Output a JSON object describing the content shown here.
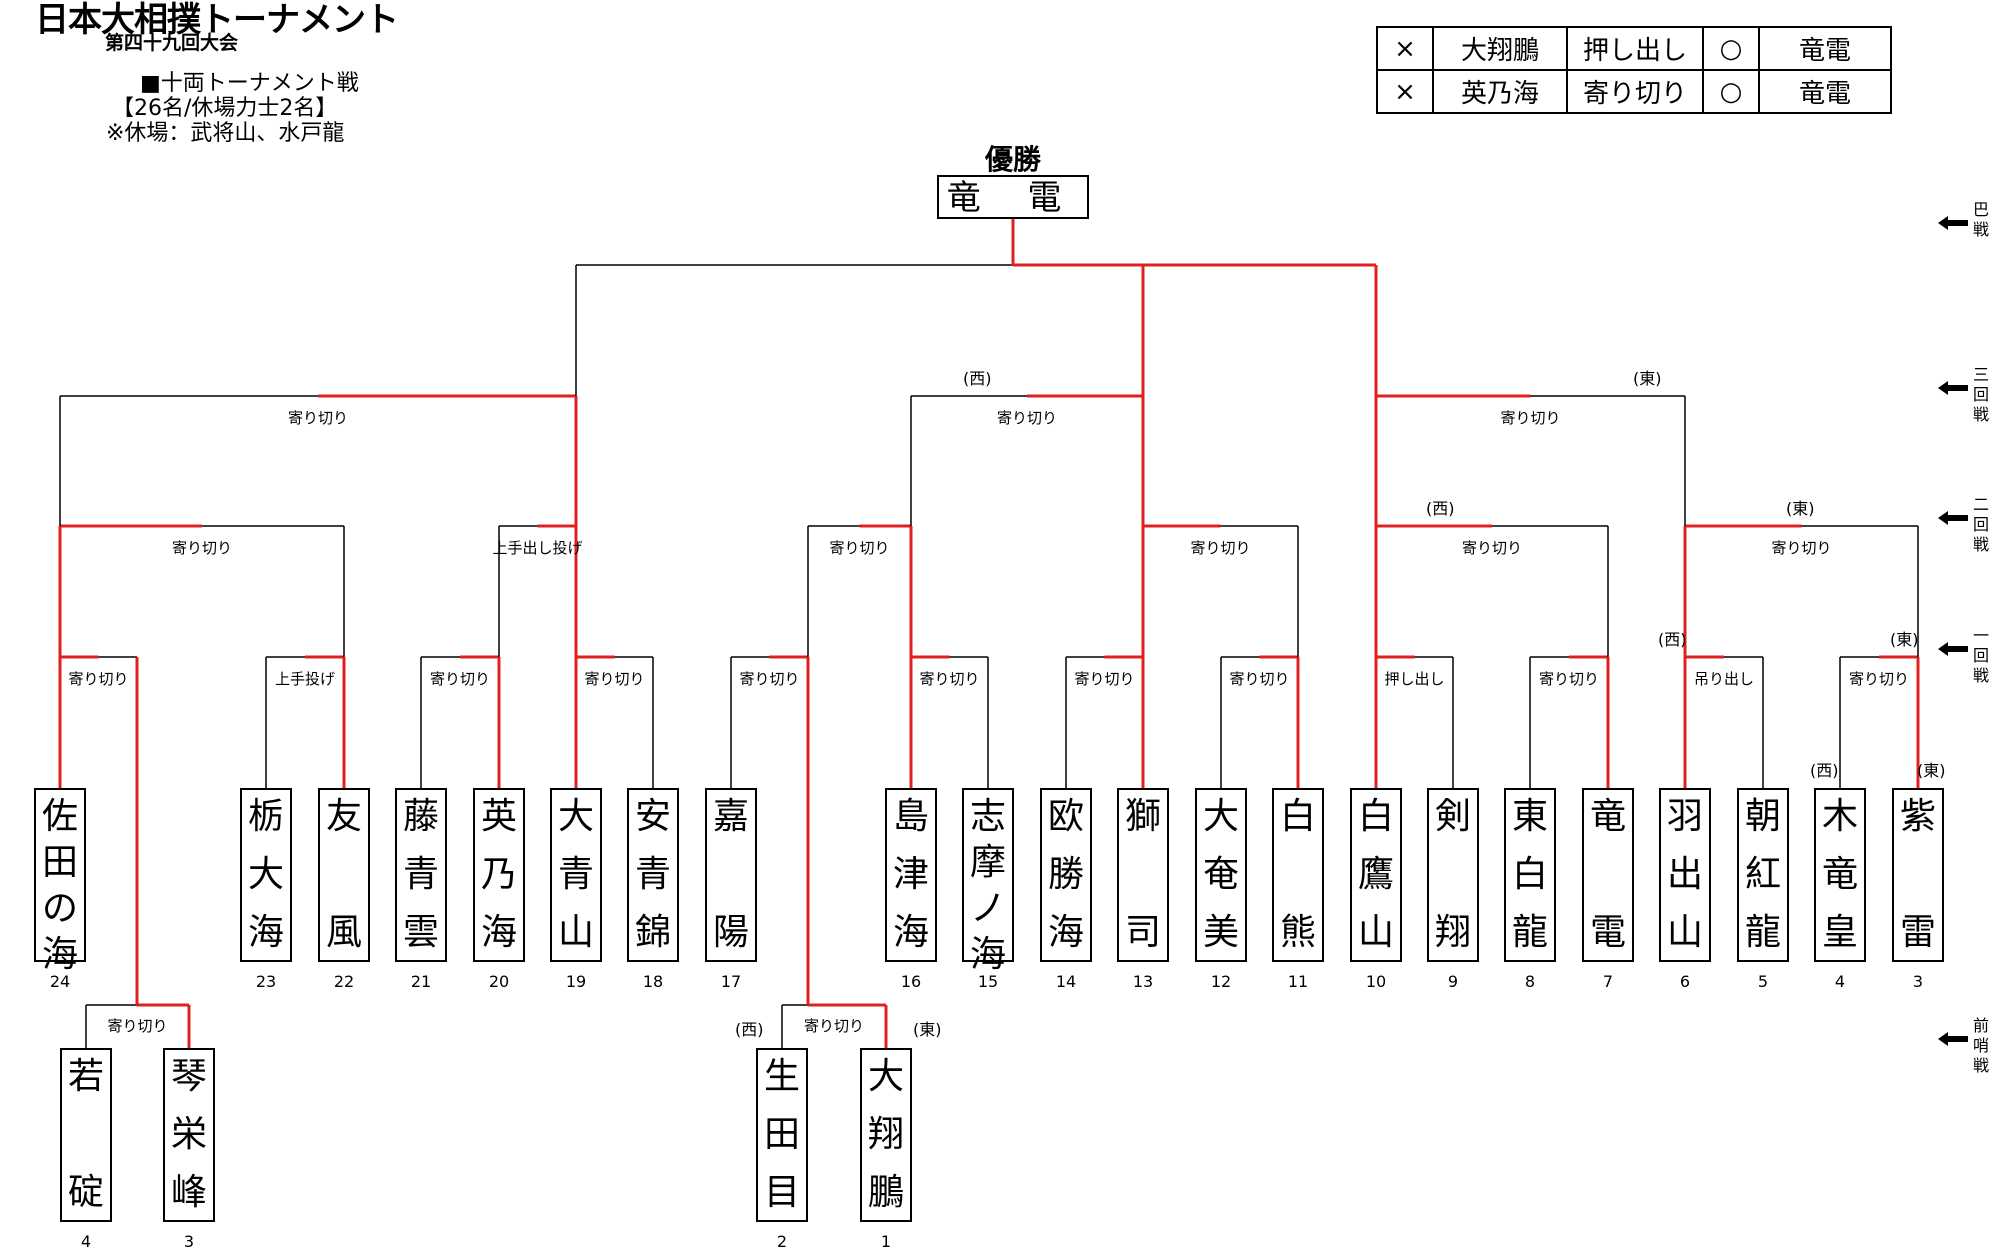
{
  "header": {
    "title": "日本大相撲トーナメント",
    "subtitle": "第四十九回大会",
    "info_line1": "■十両トーナメント戦",
    "info_line2": "【26名/休場力士2名】",
    "info_line3": "※休場：武将山、水戸龍"
  },
  "final_result": {
    "rows": [
      {
        "left_mark": "×",
        "left_name": "大翔鵬",
        "kimarite": "押し出し",
        "right_mark": "○",
        "right_name": "竜電"
      },
      {
        "left_mark": "×",
        "left_name": "英乃海",
        "kimarite": "寄り切り",
        "right_mark": "○",
        "right_name": "竜電"
      }
    ]
  },
  "champion": {
    "label": "優勝",
    "name": "竜 電"
  },
  "rounds": [
    {
      "label": "巴戦"
    },
    {
      "label": "三回戦"
    },
    {
      "label": "二回戦"
    },
    {
      "label": "一回戦"
    },
    {
      "label": "前哨戦"
    }
  ],
  "wrestlers": [
    {
      "seed": "24",
      "name": [
        "佐",
        "田",
        "の",
        "海"
      ]
    },
    {
      "seed": "23",
      "name": [
        "栃",
        "大",
        "海"
      ]
    },
    {
      "seed": "22",
      "name": [
        "友",
        "風"
      ]
    },
    {
      "seed": "21",
      "name": [
        "藤",
        "青",
        "雲"
      ]
    },
    {
      "seed": "20",
      "name": [
        "英",
        "乃",
        "海"
      ]
    },
    {
      "seed": "19",
      "name": [
        "大",
        "青",
        "山"
      ]
    },
    {
      "seed": "18",
      "name": [
        "安",
        "青",
        "錦"
      ]
    },
    {
      "seed": "17",
      "name": [
        "嘉",
        "陽"
      ]
    },
    {
      "seed": "16",
      "name": [
        "島",
        "津",
        "海"
      ]
    },
    {
      "seed": "15",
      "name": [
        "志",
        "摩",
        "ノ",
        "海"
      ]
    },
    {
      "seed": "14",
      "name": [
        "欧",
        "勝",
        "海"
      ]
    },
    {
      "seed": "13",
      "name": [
        "獅",
        "司"
      ]
    },
    {
      "seed": "12",
      "name": [
        "大",
        "奄",
        "美"
      ]
    },
    {
      "seed": "11",
      "name": [
        "白",
        "熊"
      ]
    },
    {
      "seed": "10",
      "name": [
        "白",
        "鷹",
        "山"
      ]
    },
    {
      "seed": "9",
      "name": [
        "剣",
        "翔"
      ]
    },
    {
      "seed": "8",
      "name": [
        "東",
        "白",
        "龍"
      ]
    },
    {
      "seed": "7",
      "name": [
        "竜",
        "電"
      ]
    },
    {
      "seed": "6",
      "name": [
        "羽",
        "出",
        "山"
      ]
    },
    {
      "seed": "5",
      "name": [
        "朝",
        "紅",
        "龍"
      ]
    },
    {
      "seed": "4",
      "name": [
        "木",
        "竜",
        "皇"
      ]
    },
    {
      "seed": "3",
      "name": [
        "紫",
        "雷"
      ]
    }
  ],
  "prelim_wrestlers": [
    {
      "seed": "4",
      "name": [
        "若",
        "碇"
      ]
    },
    {
      "seed": "3",
      "name": [
        "琴",
        "栄",
        "峰"
      ]
    },
    {
      "seed": "2",
      "name": [
        "生",
        "田",
        "目"
      ]
    },
    {
      "seed": "1",
      "name": [
        "大",
        "翔",
        "鵬"
      ]
    }
  ],
  "kimarite": {
    "prelim_left": "寄り切り",
    "prelim_right": "寄り切り",
    "r1": [
      "寄り切り",
      "上手投げ",
      "寄り切り",
      "寄り切り",
      "寄り切り",
      "寄り切り",
      "寄り切り",
      "寄り切り",
      "押し出し",
      "寄り切り",
      "吊り出し",
      "寄り切り"
    ],
    "r2": [
      "寄り切り",
      "上手出し投げ",
      "寄り切り",
      "寄り切り",
      "寄り切り",
      "寄り切り"
    ],
    "r3": [
      "寄り切り",
      "寄り切り",
      "寄り切り"
    ]
  },
  "sides": {
    "west": "(西)",
    "east": "(東)"
  },
  "colors": {
    "winner_line": "#e02020",
    "line": "#000000"
  }
}
